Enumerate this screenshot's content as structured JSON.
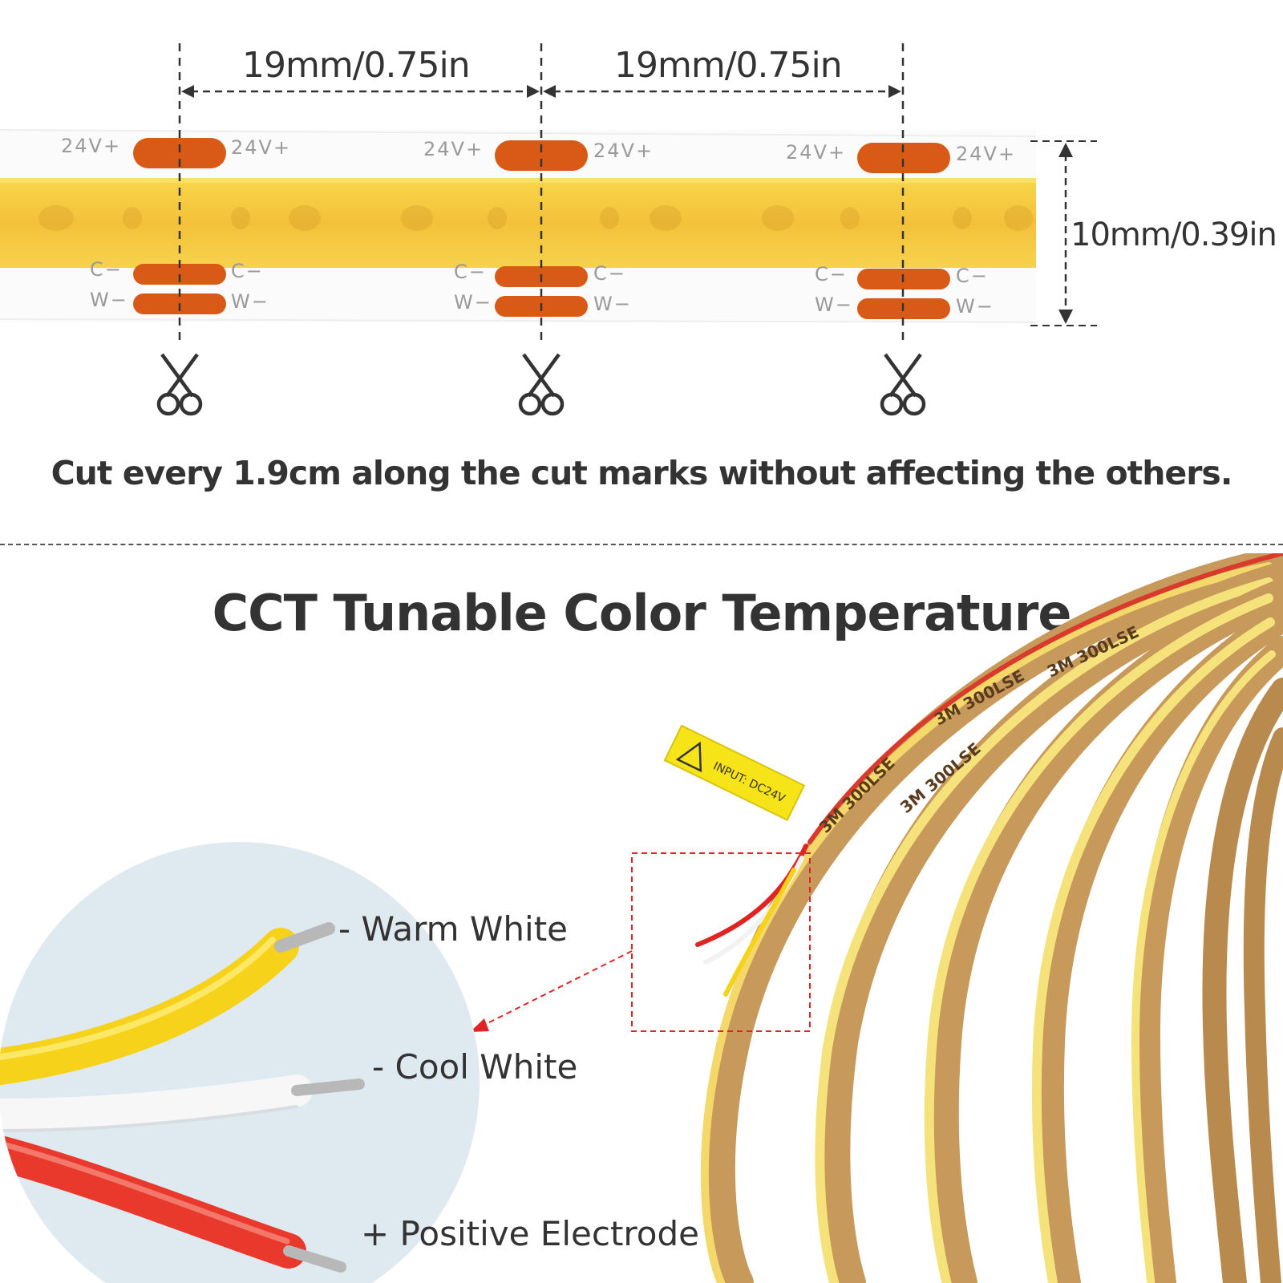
{
  "colors": {
    "strip_yellow": "#f4c632",
    "strip_edge": "#f1b52c",
    "pad_orange": "#d95a17",
    "text_dark": "#333333",
    "callout_red": "#e02424",
    "wire_yellow": "#f6d21a",
    "wire_white": "#f7f7f7",
    "wire_red": "#e8392c",
    "circle_bg": "#dfe9f0",
    "reel_backing": "#c79a5c"
  },
  "dimensions": {
    "segment_1": "19mm/0.75in",
    "segment_2": "19mm/0.75in",
    "width": "10mm/0.39in"
  },
  "strip": {
    "pad_labels": {
      "positive": "24V+",
      "cool": "C−",
      "warm": "W−"
    },
    "cut_icon": "scissors-icon"
  },
  "cut_instruction": "Cut every 1.9cm along the cut marks without affecting the others.",
  "section_title": "CCT Tunable Color Temperature",
  "wires": [
    {
      "label": "- Warm White"
    },
    {
      "label": "- Cool White"
    },
    {
      "label": "+ Positive Electrode"
    }
  ],
  "reel": {
    "tape_text": "3M 300LSE",
    "warning_tag": "INPUT: DC24V"
  }
}
